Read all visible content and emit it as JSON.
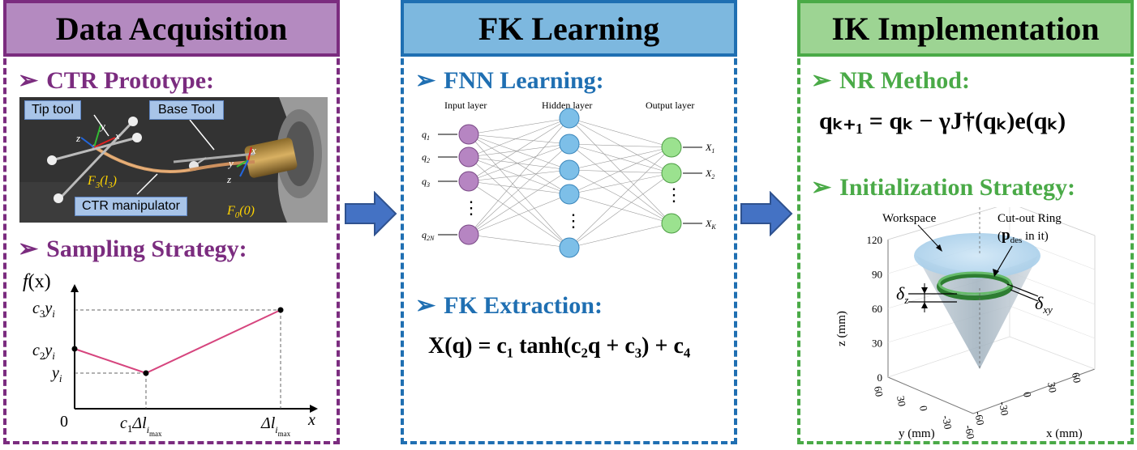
{
  "colors": {
    "purple": "#7B2C7F",
    "purple_fill": "#B48AC0",
    "blue": "#1F6FB2",
    "blue_fill": "#7DB8DF",
    "green": "#4AAA47",
    "green_fill": "#9DD493",
    "arrow": "#4472C4"
  },
  "panels": {
    "data_acquisition": {
      "title": "Data Acquisition",
      "ctr_section": "CTR Prototype:",
      "photo_labels": {
        "tip_tool": "Tip tool",
        "base_tool": "Base Tool",
        "ctr_manipulator": "CTR manipulator",
        "f3": "F",
        "f3_sub": "3",
        "f3_arg": "(l",
        "f3_arg_sub": "3",
        "f3_close": ")",
        "f0": "F",
        "f0_sub": "0",
        "f0_arg": "(0)",
        "x": "x",
        "y": "y",
        "z": "z"
      },
      "sampling_section": "Sampling Strategy:",
      "sampling_plot": {
        "fx": "f",
        "fx_arg": "(x)",
        "c3yi": "c",
        "c3yi_sub": "3",
        "c3yi_y": "y",
        "c3yi_i": "i",
        "c2yi": "c",
        "c2yi_sub": "2",
        "c2yi_y": "y",
        "c2yi_i": "i",
        "yi": "y",
        "yi_i": "i",
        "zero": "0",
        "c1dl": "c",
        "c1dl_sub": "1",
        "c1dl_rest": "Δl",
        "lmax_i": "i",
        "lmax_sub": "max",
        "dl": "Δl",
        "x_axis": "x"
      }
    },
    "fk_learning": {
      "title": "FK Learning",
      "fnn_section": "FNN Learning:",
      "layers": {
        "input": "Input layer",
        "hidden": "Hidden layer",
        "output": "Output layer"
      },
      "inputs": [
        "q",
        "q",
        "q",
        "q"
      ],
      "input_subs": [
        "1",
        "2",
        "3",
        "2N"
      ],
      "outputs": [
        "X",
        "X",
        "X"
      ],
      "output_subs": [
        "1",
        "2",
        "K"
      ],
      "fk_section": "FK Extraction:",
      "eq": "X(q) = c₁ tanh(c₂q + c₃) + c₄"
    },
    "ik_implementation": {
      "title": "IK Implementation",
      "nr_section": "NR Method:",
      "nr_eq": "qₖ₊₁ = qₖ − γJ†(qₖ)e(qₖ)",
      "init_section": "Initialization Strategy:",
      "plot": {
        "workspace": "Workspace",
        "cutout": "Cut-out Ring",
        "pdes": "p",
        "pdes_sub": "des",
        "pdes_rest": " in it)",
        "delta_z": "δ",
        "delta_z_sub": "z",
        "delta_xy": "δ",
        "delta_xy_sub": "xy",
        "z_ticks": [
          "120",
          "90",
          "60",
          "30",
          "0"
        ],
        "z_label": "z (mm)",
        "y_ticks": [
          "60",
          "30",
          "0",
          "-30",
          "-60"
        ],
        "y_label": "y (mm)",
        "x_ticks": [
          "60",
          "30",
          "0",
          "-30",
          "-60"
        ],
        "x_label": "x (mm)"
      }
    }
  }
}
